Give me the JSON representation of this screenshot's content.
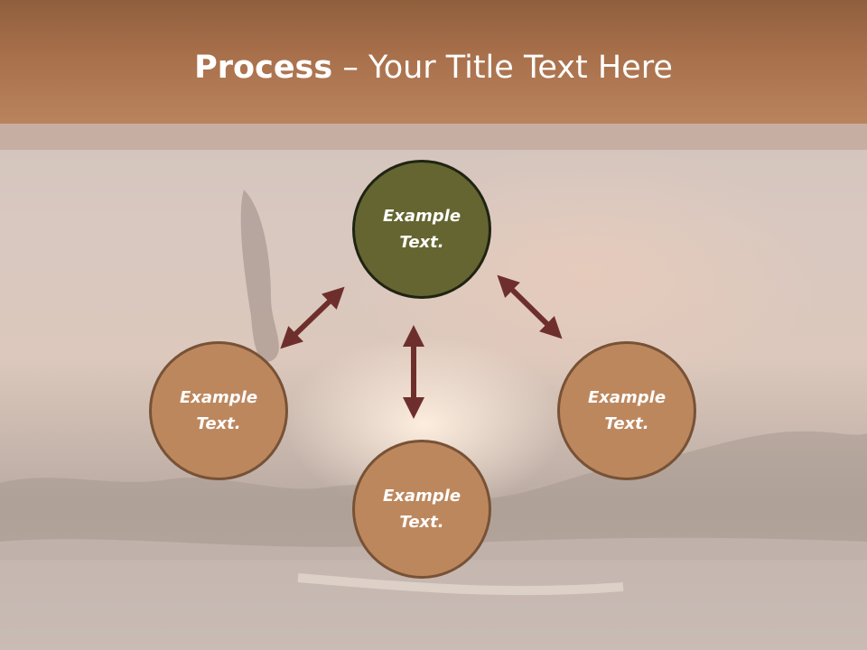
{
  "slide": {
    "title_bold": "Process",
    "title_rest": " – Your Title Text Here"
  },
  "diagram": {
    "center": {
      "text": "Example\nText.",
      "color": "#656531"
    },
    "nodes": [
      {
        "id": "left",
        "text": "Example\nText.",
        "color": "#bd875e"
      },
      {
        "id": "bottom",
        "text": "Example\nText.",
        "color": "#bd875e"
      },
      {
        "id": "right",
        "text": "Example\nText.",
        "color": "#bd875e"
      }
    ],
    "arrow_color": "#6e2f2c"
  },
  "theme": {
    "header_color": "#a8704b",
    "center_circle_border": "#1f2412",
    "outer_circle_border": "#775236"
  }
}
